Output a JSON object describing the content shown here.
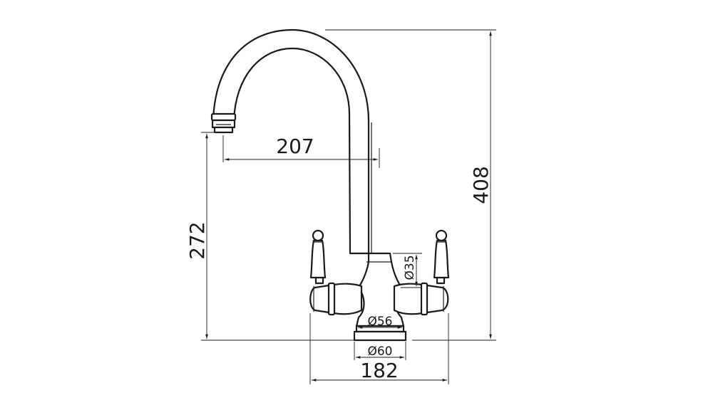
{
  "dimensions": {
    "spout_reach": "207",
    "total_height": "408",
    "spout_height": "272",
    "base_width": "182",
    "base_top_diameter": "Ø56",
    "base_bottom_diameter": "Ø60",
    "neck_diameter": "Ø35"
  },
  "colors": {
    "line": "#1a1a1a",
    "background": "#ffffff"
  }
}
